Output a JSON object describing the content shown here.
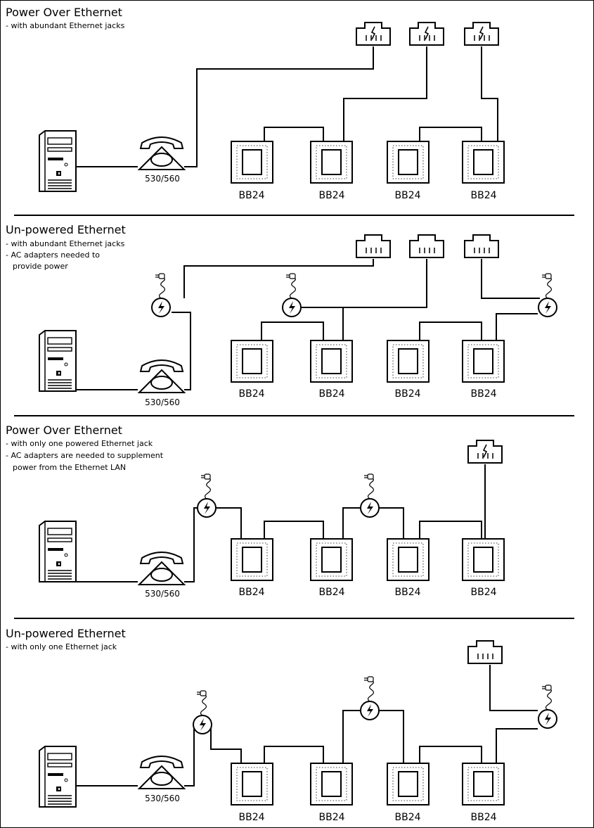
{
  "colors": {
    "ink": "#000000",
    "background": "#ffffff"
  },
  "icons": [
    "computer-tower-icon",
    "telephone-icon",
    "ethernet-jack-icon",
    "ac-adapter-icon",
    "bb24-device-icon"
  ],
  "panels": [
    {
      "title": "Power Over Ethernet",
      "notes": [
        "- with abundant Ethernet jacks"
      ],
      "phone_label": "530/560",
      "device_labels": [
        "BB24",
        "BB24",
        "BB24",
        "BB24"
      ]
    },
    {
      "title": "Un-powered Ethernet",
      "notes": [
        "- with abundant Ethernet jacks",
        "- AC adapters needed to",
        "  provide power"
      ],
      "phone_label": "530/560",
      "device_labels": [
        "BB24",
        "BB24",
        "BB24",
        "BB24"
      ]
    },
    {
      "title": "Power Over Ethernet",
      "notes": [
        "- with only one powered Ethernet jack",
        "- AC adapters are needed to supplement",
        "  power from the Ethernet LAN"
      ],
      "phone_label": "530/560",
      "device_labels": [
        "BB24",
        "BB24",
        "BB24",
        "BB24"
      ]
    },
    {
      "title": "Un-powered Ethernet",
      "notes": [
        "- with only one Ethernet jack"
      ],
      "phone_label": "530/560",
      "device_labels": [
        "BB24",
        "BB24",
        "BB24",
        "BB24"
      ]
    }
  ]
}
